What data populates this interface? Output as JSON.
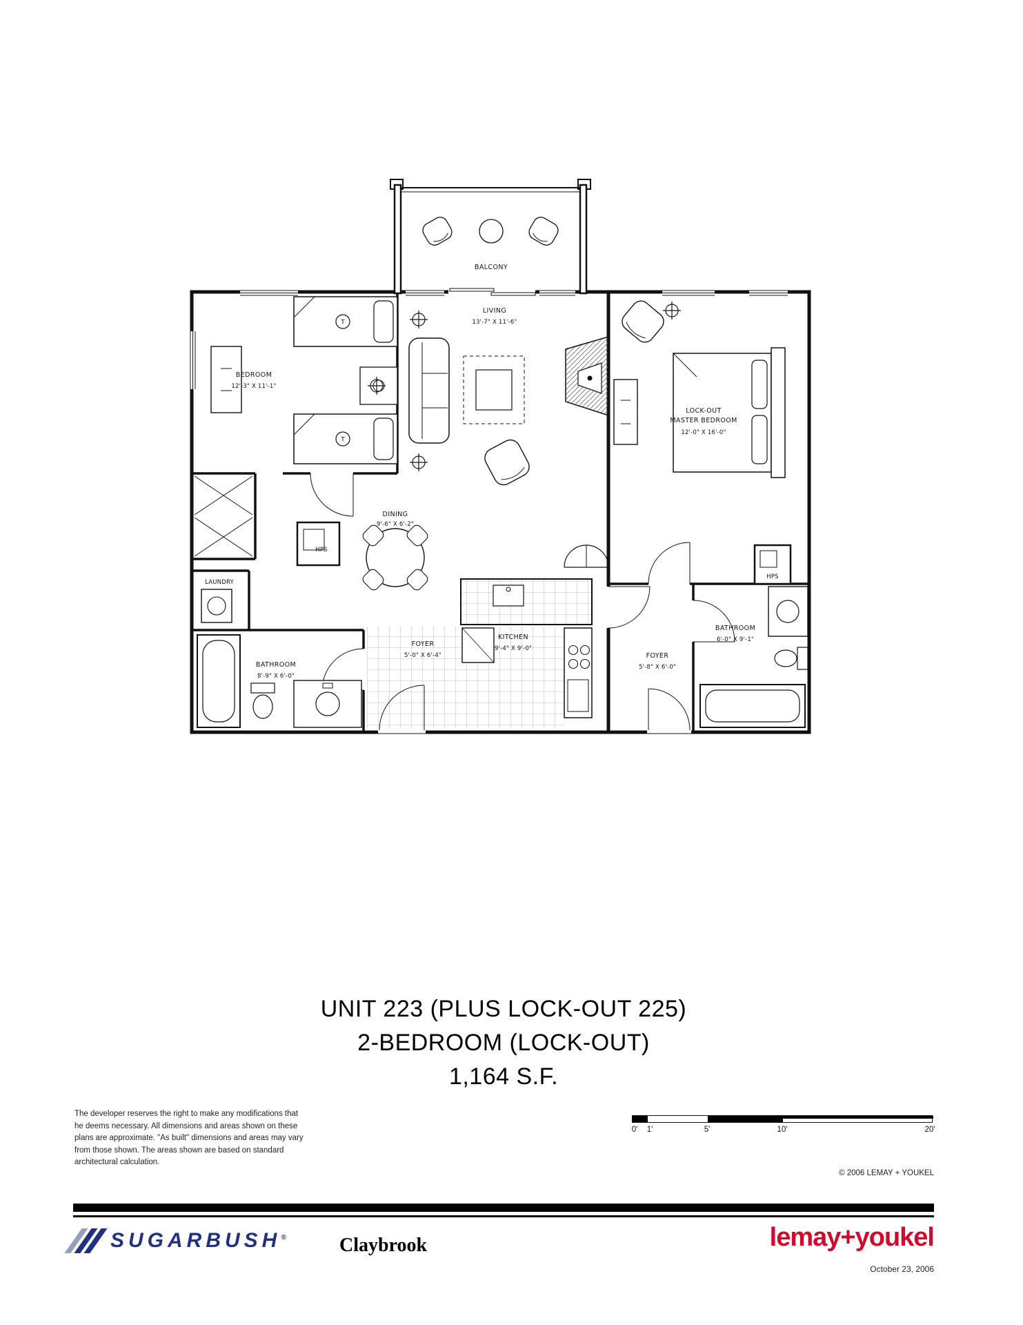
{
  "plan": {
    "rooms": {
      "balcony": {
        "name": "BALCONY"
      },
      "living": {
        "name": "LIVING",
        "dims": "13'-7\" X 11'-6\""
      },
      "bedroom": {
        "name": "BEDROOM",
        "dims": "12'-3\" X 11'-1\""
      },
      "master": {
        "line1": "LOCK-OUT",
        "line2": "MASTER BEDROOM",
        "dims": "12'-0\" X 16'-0\""
      },
      "dining": {
        "name": "DINING",
        "dims": "9'-6\" X 6'-2\""
      },
      "kitchen": {
        "name": "KITCHEN",
        "dims": "9'-4\" X 9'-0\""
      },
      "foyer_main": {
        "name": "FOYER",
        "dims": "5'-0\" X 6'-4\""
      },
      "foyer_lockout": {
        "name": "FOYER",
        "dims": "5'-8\" X 6'-0\""
      },
      "bathroom_main": {
        "name": "BATHROOM",
        "dims": "8'-9\" X 6'-0\""
      },
      "bathroom_lockout": {
        "name": "BATHROOM",
        "dims": "6'-0\" X 9'-1\""
      },
      "laundry": {
        "name": "LAUNDRY"
      },
      "hps_main": {
        "name": "HPS"
      },
      "hps_lockout": {
        "name": "HPS"
      },
      "bed_marker": "T"
    }
  },
  "title": {
    "line1": "UNIT 223 (PLUS LOCK-OUT 225)",
    "line2": "2-BEDROOM (LOCK-OUT)",
    "line3": "1,164 S.F."
  },
  "disclaimer": "The developer reserves the right to make any modifications that he deems necessary.  All dimensions and areas shown on these plans are approximate.  \"As built\" dimensions and areas may vary from those shown.  The areas shown are based on standard architectural calculation.",
  "scale_bar": {
    "labels": [
      "0'",
      "1'",
      "5'",
      "10'",
      "20'"
    ]
  },
  "copyright": "© 2006  LEMAY + YOUKEL",
  "footer": {
    "brand": "SUGARBUSH",
    "brand_reg": "®",
    "project": "Claybrook",
    "architect": "lemay+youkel",
    "date": "October 23, 2006"
  },
  "colors": {
    "brand_blue": "#21317e",
    "brand_gray": "#98a0b5",
    "brand_red": "#cf0a2c"
  }
}
